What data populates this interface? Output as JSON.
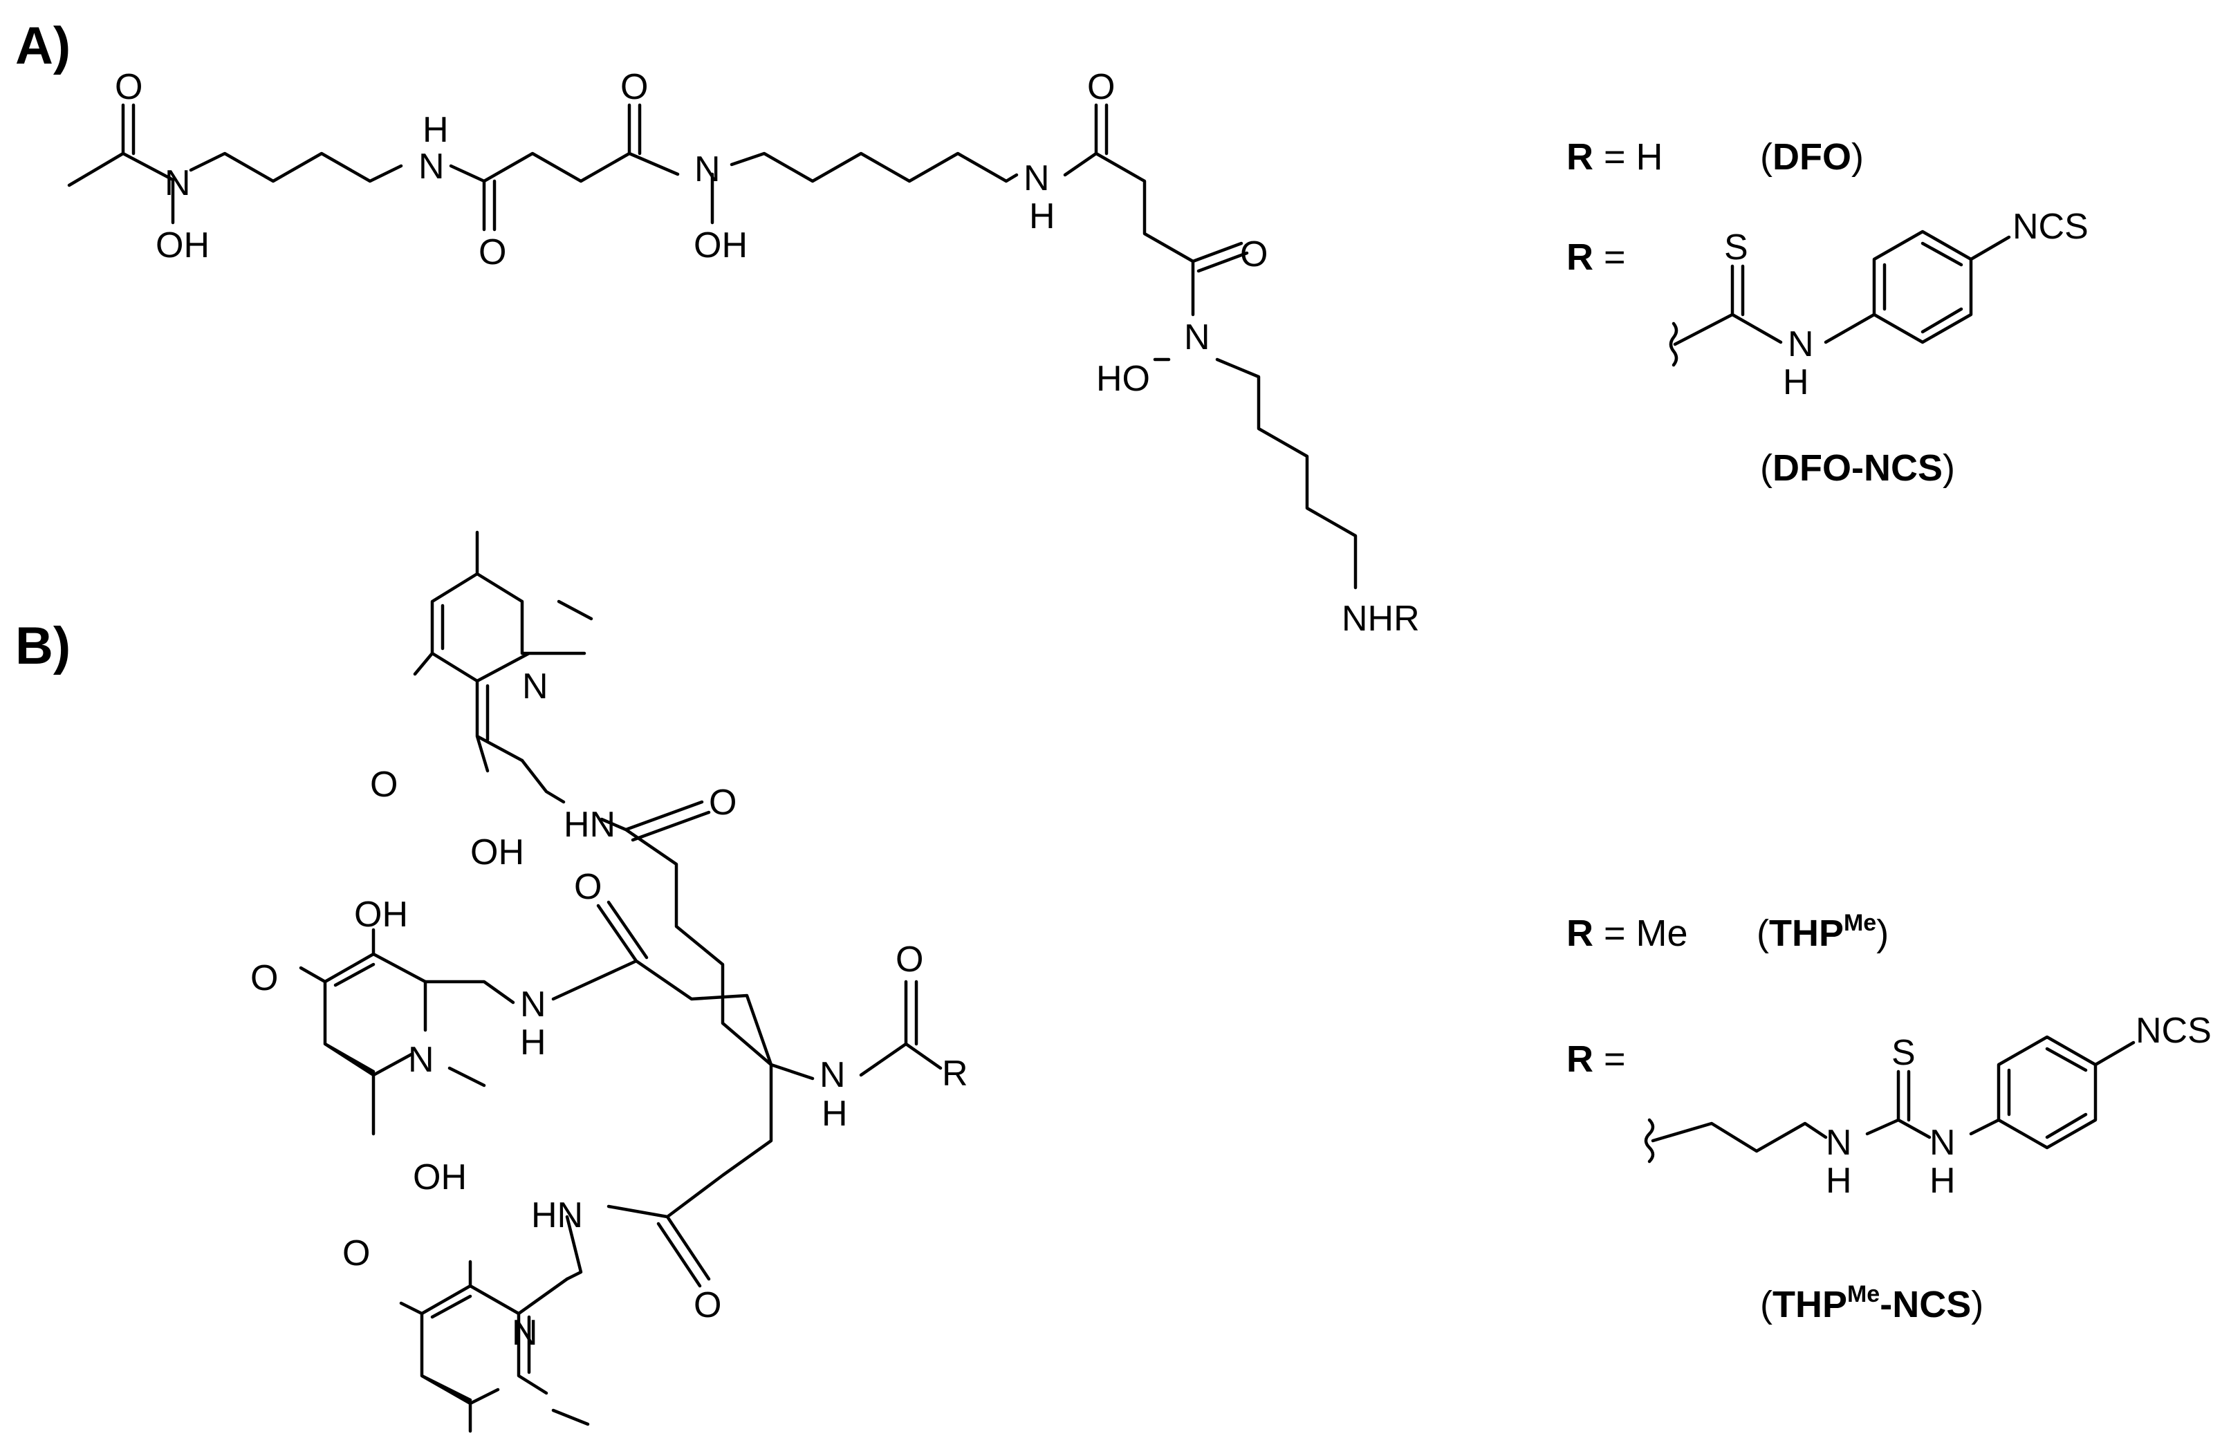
{
  "panels": {
    "a": "A)",
    "b": "B)"
  },
  "atoms": {
    "o": "O",
    "n": "N",
    "h": "H",
    "oh": "OH",
    "ho": "HO",
    "hn": "HN",
    "nhr": "NHR",
    "s": "S",
    "ncs": "NCS",
    "r": "R"
  },
  "panel_a_labels": {
    "dfo_r": "R",
    "dfo_eq": " = H",
    "dfo_name_open": "(",
    "dfo_name": "DFO",
    "dfo_name_close": ")",
    "ncs_r": "R",
    "ncs_eq": " =",
    "dfo_ncs_open": "(",
    "dfo_ncs_name": "DFO-NCS",
    "dfo_ncs_close": ")"
  },
  "panel_b_labels": {
    "thp_r": "R",
    "thp_eq": " = Me",
    "thp_open": "(",
    "thp_name": "THP",
    "thp_sup": "Me",
    "thp_close": ")",
    "ncs_r": "R",
    "ncs_eq": " =",
    "thp_ncs_open": "(",
    "thp_ncs_name": "THP",
    "thp_ncs_sup": "Me",
    "thp_ncs_suffix": "-NCS",
    "thp_ncs_close": ")"
  }
}
